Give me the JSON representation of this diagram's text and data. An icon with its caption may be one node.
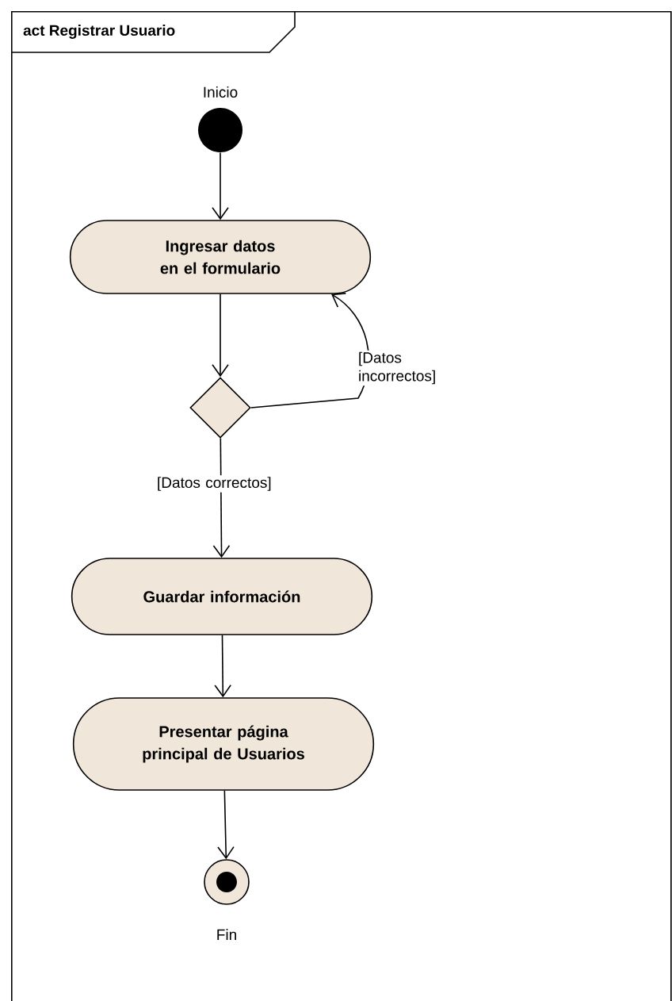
{
  "diagram": {
    "nodes": [
      {
        "text": [
          "act Registrar Usuario"
        ]
      },
      {
        "text": [],
        "shape": "circle",
        "beside": [
          "Inicio"
        ],
        "in": 0
      },
      {
        "text": [
          "Ingresar datos en el formulario"
        ],
        "in": 0
      },
      {
        "text": [],
        "shape": "diamond",
        "in": 0
      },
      {
        "text": [
          "Guardar información"
        ],
        "in": 0
      },
      {
        "text": [
          "Presentar página principal de Usuarios"
        ],
        "in": 0
      },
      {
        "text": [],
        "shape": "circle",
        "beside": [
          "Fin"
        ],
        "in": 0
      }
    ],
    "edges": [
      {
        "from": 1,
        "to": 2,
        "arrow": "to"
      },
      {
        "from": 2,
        "to": 3,
        "arrow": "to"
      },
      {
        "from": 3,
        "to": 2,
        "arrow": "to",
        "label": "[Datos incorrectos]"
      },
      {
        "from": 3,
        "to": 4,
        "arrow": "to",
        "label": "[Datos correctos]"
      },
      {
        "from": 4,
        "to": 5,
        "arrow": "to"
      },
      {
        "from": 5,
        "to": 6,
        "arrow": "to"
      }
    ]
  }
}
